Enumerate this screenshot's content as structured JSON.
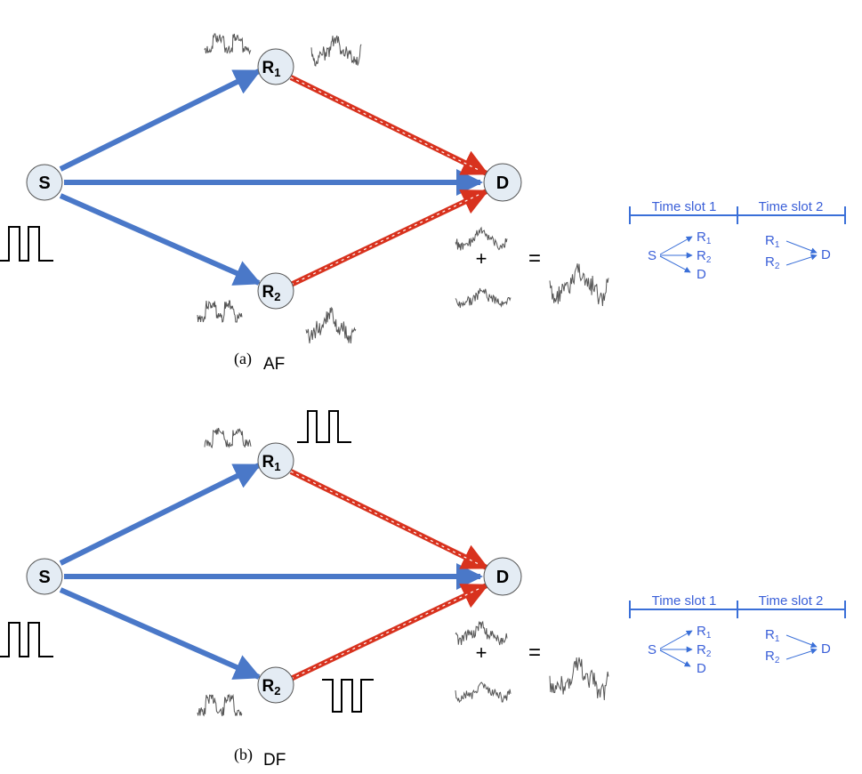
{
  "colors": {
    "source_link": "#4a78c8",
    "relay_link": "#d8321e",
    "node_fill": "#e4ecf4",
    "timing": "#3a6fd8"
  },
  "panels": [
    {
      "caption_letter": "(a)",
      "caption_text": "AF",
      "nodes": {
        "s": "S",
        "r1": "R",
        "r1_sub": "1",
        "r2": "R",
        "r2_sub": "2",
        "d": "D"
      },
      "ops": {
        "plus": "+",
        "equals": "="
      },
      "timing": {
        "slot1": "Time slot 1",
        "slot2": "Time slot 2",
        "s1_src": "S",
        "s1_r1": "R",
        "s1_r1_sub": "1",
        "s1_r2": "R",
        "s1_r2_sub": "2",
        "s1_d": "D",
        "s2_r1": "R",
        "s2_r1_sub": "1",
        "s2_r2": "R",
        "s2_r2_sub": "2",
        "s2_d": "D"
      }
    },
    {
      "caption_letter": "(b)",
      "caption_text": "DF",
      "nodes": {
        "s": "S",
        "r1": "R",
        "r1_sub": "1",
        "r2": "R",
        "r2_sub": "2",
        "d": "D"
      },
      "ops": {
        "plus": "+",
        "equals": "="
      },
      "timing": {
        "slot1": "Time slot 1",
        "slot2": "Time slot 2",
        "s1_src": "S",
        "s1_r1": "R",
        "s1_r1_sub": "1",
        "s1_r2": "R",
        "s1_r2_sub": "2",
        "s1_d": "D",
        "s2_r1": "R",
        "s2_r1_sub": "1",
        "s2_r2": "R",
        "s2_r2_sub": "2",
        "s2_d": "D"
      }
    }
  ]
}
